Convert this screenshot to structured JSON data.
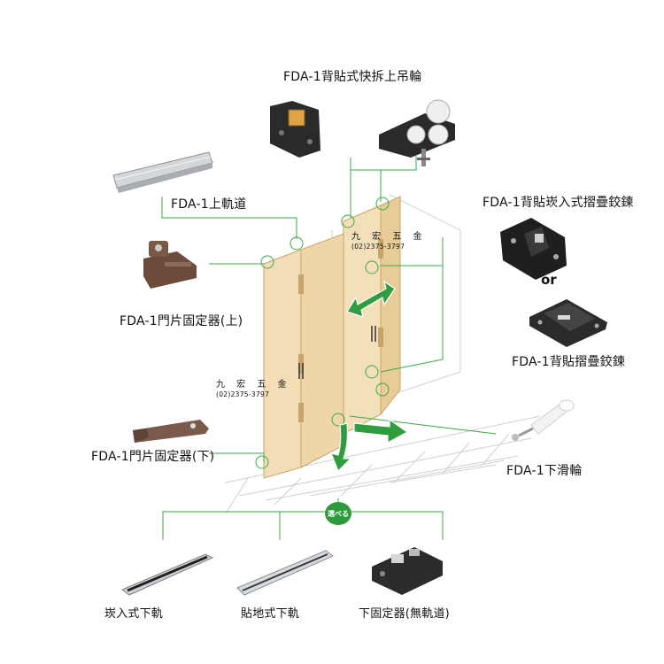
{
  "labels": {
    "top_roller": "FDA-1背貼式快拆上吊輪",
    "top_track": "FDA-1上軌道",
    "insert_hinge": "FDA-1背貼崁入式摺疊鉸鍊",
    "or": "or",
    "surface_hinge": "FDA-1背貼摺疊鉸鍊",
    "upper_stopper": "FDA-1門片固定器(上)",
    "lower_stopper": "FDA-1門片固定器(下)",
    "bottom_roller": "FDA-1下滑輪",
    "choose_badge": "選べる",
    "option_insert_track": "崁入式下軌",
    "option_surface_track": "貼地式下軌",
    "option_floor_fixer": "下固定器(無軌道)"
  },
  "stamps": [
    {
      "name": "九 宏 五 金",
      "phone": "(02)2375-3797"
    },
    {
      "name": "九 宏 五 金",
      "phone": "(02)2375-3797"
    }
  ],
  "colors": {
    "callout_green": "#3aa84a",
    "door_panel": "#f0dcb4",
    "badge_green": "#2e9a3c",
    "arrow_green": "#2f9d3f"
  }
}
